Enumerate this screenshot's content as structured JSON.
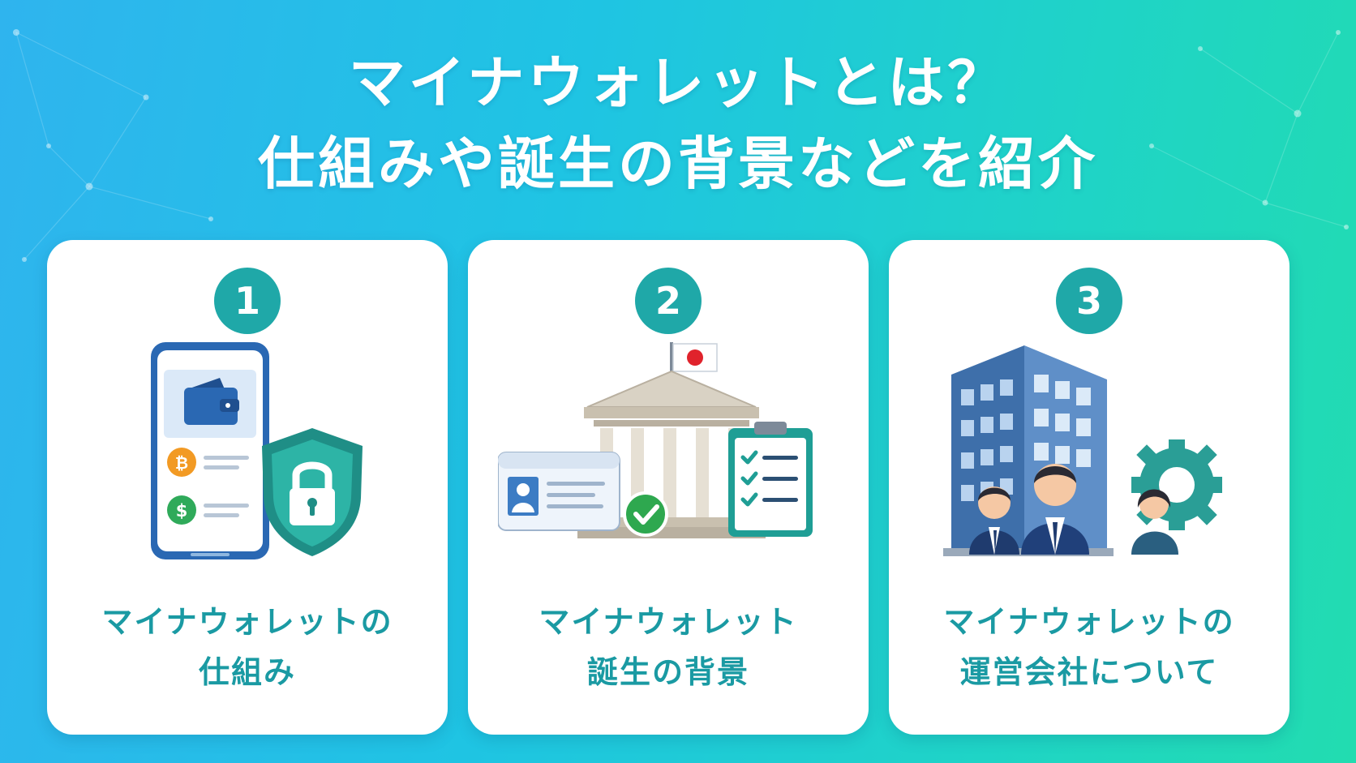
{
  "title": {
    "line1": "マイナウォレットとは？",
    "line2": "仕組みや誕生の背景などを紹介"
  },
  "cards": [
    {
      "number": "1",
      "label_line1": "マイナウォレットの",
      "label_line2": "仕組み"
    },
    {
      "number": "2",
      "label_line1": "マイナウォレット",
      "label_line2": "誕生の背景"
    },
    {
      "number": "3",
      "label_line1": "マイナウォレットの",
      "label_line2": "運営会社について"
    }
  ],
  "icons": {
    "card1": [
      "smartphone-icon",
      "wallet-icon",
      "bitcoin-icon",
      "dollar-coin-icon",
      "shield-lock-icon"
    ],
    "card2": [
      "japan-flag-icon",
      "government-building-icon",
      "id-card-icon",
      "checkmark-badge-icon",
      "checklist-clipboard-icon"
    ],
    "card3": [
      "office-building-icon",
      "business-people-icon",
      "gear-icon"
    ]
  },
  "colors": {
    "accent_teal": "#1fa8a8",
    "label_teal": "#1a9aa3",
    "background_start": "#2fb4ee",
    "background_end": "#22dcb0",
    "card_bg": "#ffffff"
  }
}
